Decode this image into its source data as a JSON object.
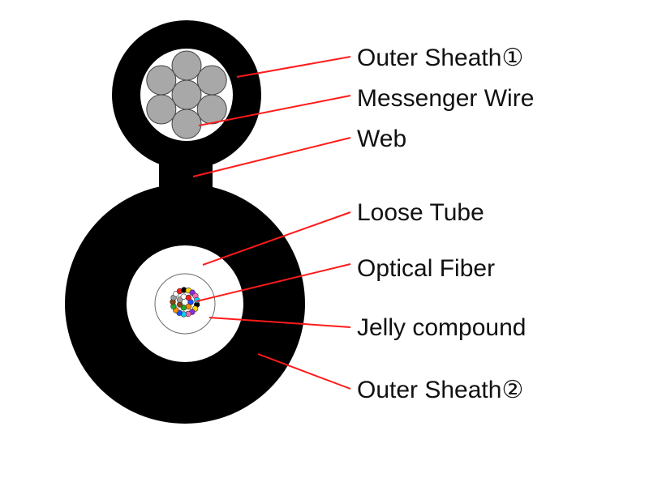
{
  "colors": {
    "sheath": "#000000",
    "background": "#ffffff",
    "messenger_wire": "#a8a8a8",
    "leader_line": "#ff1a1a",
    "label_text": "#111111"
  },
  "labels": [
    {
      "id": "outer-sheath-1",
      "text": "Outer Sheath①"
    },
    {
      "id": "messenger-wire",
      "text": "Messenger Wire"
    },
    {
      "id": "web",
      "text": "Web"
    },
    {
      "id": "loose-tube",
      "text": "Loose Tube"
    },
    {
      "id": "optical-fiber",
      "text": "Optical Fiber"
    },
    {
      "id": "jelly-compound",
      "text": "Jelly compound"
    },
    {
      "id": "outer-sheath-2",
      "text": "Outer Sheath②"
    }
  ],
  "fiber_colors": [
    "#1f4fff",
    "#ff8c00",
    "#1fa82a",
    "#8b4513",
    "#9e9e9e",
    "#ffffff",
    "#ff1a1a",
    "#000000",
    "#ffd800",
    "#8a2be2",
    "#ff69b4",
    "#00d5ff",
    "#1f4fff",
    "#ff8c00",
    "#1fa82a",
    "#8b4513",
    "#9e9e9e",
    "#ffffff",
    "#ff1a1a",
    "#000000",
    "#ffd800",
    "#8a2be2",
    "#ff69b4",
    "#00d5ff"
  ]
}
